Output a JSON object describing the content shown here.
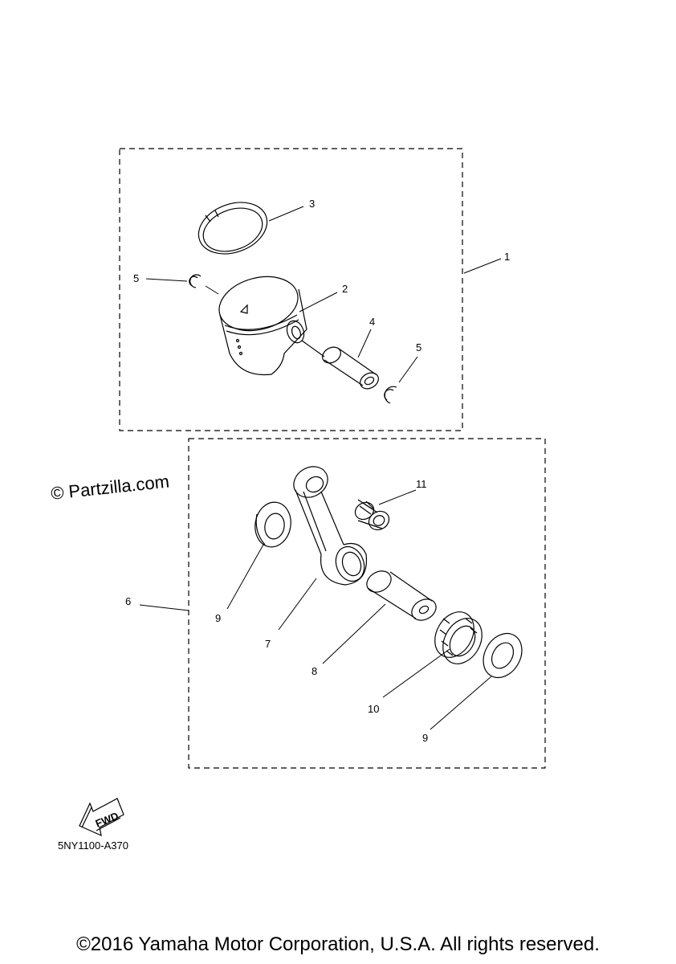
{
  "diagram": {
    "callouts": [
      "1",
      "2",
      "3",
      "4",
      "5",
      "5",
      "6",
      "7",
      "8",
      "9",
      "9",
      "10",
      "11"
    ],
    "fwd_label": "FWD"
  },
  "watermark": "© Partzilla.com",
  "drawing_code": "5NY1100-A370",
  "copyright": "©2016 Yamaha Motor Corporation, U.S.A. All rights reserved."
}
